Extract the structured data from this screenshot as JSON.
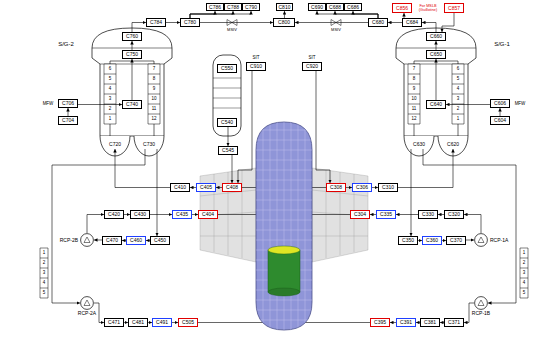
{
  "diagram": {
    "nodes": [
      {
        "text": [
          "C786"
        ]
      },
      {
        "text": [
          "C788"
        ]
      },
      {
        "text": [
          "C790"
        ]
      },
      {
        "text": [
          "C810"
        ]
      },
      {
        "text": [
          "C690"
        ]
      },
      {
        "text": [
          "C688"
        ]
      },
      {
        "text": [
          "C686"
        ]
      },
      {
        "text": [
          "C856"
        ]
      },
      {
        "text": [
          "C857"
        ]
      },
      {
        "text": [
          "C784"
        ]
      },
      {
        "text": [
          "C780"
        ]
      },
      {
        "text": [
          "C800"
        ]
      },
      {
        "text": [
          "C680"
        ]
      },
      {
        "text": [
          "C684"
        ]
      },
      {
        "text": [
          "C760"
        ]
      },
      {
        "text": [
          "C750"
        ]
      },
      {
        "text": [
          "C740"
        ]
      },
      {
        "text": [
          "C706"
        ]
      },
      {
        "text": [
          "C704"
        ]
      },
      {
        "text": [
          "C720"
        ]
      },
      {
        "text": [
          "C730"
        ]
      },
      {
        "text": [
          "C660"
        ]
      },
      {
        "text": [
          "C650"
        ]
      },
      {
        "text": [
          "C640"
        ]
      },
      {
        "text": [
          "C606"
        ]
      },
      {
        "text": [
          "C604"
        ]
      },
      {
        "text": [
          "C620"
        ]
      },
      {
        "text": [
          "C630"
        ]
      },
      {
        "text": [
          "C550"
        ]
      },
      {
        "text": [
          "C540"
        ]
      },
      {
        "text": [
          "C545"
        ]
      },
      {
        "text": [
          "C910"
        ]
      },
      {
        "text": [
          "C920"
        ]
      },
      {
        "text": [
          "C410"
        ]
      },
      {
        "text": [
          "C405"
        ]
      },
      {
        "text": [
          "C408"
        ]
      },
      {
        "text": [
          "C308"
        ]
      },
      {
        "text": [
          "C306"
        ]
      },
      {
        "text": [
          "C310"
        ]
      },
      {
        "text": [
          "RCP-2B"
        ]
      },
      {
        "text": [
          "C420"
        ]
      },
      {
        "text": [
          "C430"
        ]
      },
      {
        "text": [
          "C435"
        ]
      },
      {
        "text": [
          "C404"
        ]
      },
      {
        "text": [
          "C304"
        ]
      },
      {
        "text": [
          "C335"
        ]
      },
      {
        "text": [
          "C330"
        ]
      },
      {
        "text": [
          "C320"
        ]
      },
      {
        "text": [
          "RCP-1A"
        ]
      },
      {
        "text": [
          "C470"
        ]
      },
      {
        "text": [
          "C460"
        ]
      },
      {
        "text": [
          "C450"
        ]
      },
      {
        "text": [
          "C350"
        ]
      },
      {
        "text": [
          "C360"
        ]
      },
      {
        "text": [
          "C370"
        ]
      },
      {
        "text": [
          "RCP-2A"
        ]
      },
      {
        "text": [
          "C471"
        ]
      },
      {
        "text": [
          "C481"
        ]
      },
      {
        "text": [
          "C491"
        ]
      },
      {
        "text": [
          "C505"
        ]
      },
      {
        "text": [
          "C395"
        ]
      },
      {
        "text": [
          "C391"
        ]
      },
      {
        "text": [
          "C381"
        ]
      },
      {
        "text": [
          "C371"
        ]
      },
      {
        "text": [
          "RCP-1B"
        ]
      }
    ],
    "edges": [
      {
        "from": 9,
        "to": 10,
        "arrow": "to"
      },
      {
        "from": 10,
        "to": 11,
        "arrow": "to"
      },
      {
        "from": 13,
        "to": 12,
        "arrow": "to"
      },
      {
        "from": 12,
        "to": 11,
        "arrow": "to"
      },
      {
        "from": 11,
        "to": 3,
        "arrow": "to"
      },
      {
        "from": 10,
        "to": 0,
        "arrow": "to"
      },
      {
        "from": 10,
        "to": 1,
        "arrow": "to"
      },
      {
        "from": 10,
        "to": 2,
        "arrow": "to"
      },
      {
        "from": 12,
        "to": 4,
        "arrow": "to"
      },
      {
        "from": 12,
        "to": 5,
        "arrow": "to"
      },
      {
        "from": 12,
        "to": 6,
        "arrow": "to"
      },
      {
        "from": 13,
        "to": 7,
        "arrow": "to"
      },
      {
        "from": 8,
        "to": 21,
        "arrow": "to"
      },
      {
        "from": 14,
        "to": 9,
        "arrow": "to"
      },
      {
        "from": 21,
        "to": 13,
        "arrow": "to"
      },
      {
        "from": 15,
        "to": 14,
        "arrow": "to"
      },
      {
        "from": 16,
        "to": 15,
        "arrow": "to"
      },
      {
        "from": 17,
        "to": 16,
        "arrow": "to"
      },
      {
        "from": 18,
        "to": 17,
        "arrow": "to"
      },
      {
        "from": 22,
        "to": 21,
        "arrow": "to"
      },
      {
        "from": 23,
        "to": 22,
        "arrow": "to"
      },
      {
        "from": 24,
        "to": 23,
        "arrow": "to"
      },
      {
        "from": 25,
        "to": 24,
        "arrow": "to"
      },
      {
        "from": 29,
        "to": 30,
        "arrow": "to"
      },
      {
        "from": 30,
        "to": 35,
        "arrow": "to"
      },
      {
        "from": 31,
        "to": 35,
        "arrow": "to"
      },
      {
        "from": 32,
        "to": 36,
        "arrow": "to"
      },
      {
        "from": 35,
        "to": 34,
        "arrow": "to"
      },
      {
        "from": 34,
        "to": 33,
        "arrow": "to"
      },
      {
        "from": 33,
        "to": 19,
        "arrow": "to"
      },
      {
        "from": 36,
        "to": 37,
        "arrow": "to"
      },
      {
        "from": 37,
        "to": 38,
        "arrow": "to"
      },
      {
        "from": 38,
        "to": 26,
        "arrow": "to"
      },
      {
        "from": 20,
        "to": 51,
        "arrow": "to"
      },
      {
        "from": 51,
        "to": 50,
        "arrow": "to"
      },
      {
        "from": 50,
        "to": 49,
        "arrow": "to"
      },
      {
        "from": 49,
        "to": 39,
        "arrow": "to"
      },
      {
        "from": 39,
        "to": 40,
        "arrow": "to"
      },
      {
        "from": 40,
        "to": 41,
        "arrow": "to"
      },
      {
        "from": 41,
        "to": 42,
        "arrow": "to"
      },
      {
        "from": 42,
        "to": 43,
        "arrow": "to"
      },
      {
        "from": 27,
        "to": 52,
        "arrow": "to"
      },
      {
        "from": 52,
        "to": 53,
        "arrow": "to"
      },
      {
        "from": 53,
        "to": 54,
        "arrow": "to"
      },
      {
        "from": 54,
        "to": 48,
        "arrow": "to"
      },
      {
        "from": 48,
        "to": 47,
        "arrow": "to"
      },
      {
        "from": 47,
        "to": 46,
        "arrow": "to"
      },
      {
        "from": 46,
        "to": 45,
        "arrow": "to"
      },
      {
        "from": 45,
        "to": 44,
        "arrow": "to"
      },
      {
        "from": 20,
        "to": 55,
        "arrow": "to"
      },
      {
        "from": 55,
        "to": 56,
        "arrow": "to"
      },
      {
        "from": 56,
        "to": 57,
        "arrow": "to"
      },
      {
        "from": 57,
        "to": 58,
        "arrow": "to"
      },
      {
        "from": 58,
        "to": 59,
        "arrow": "to"
      },
      {
        "from": 27,
        "to": 64,
        "arrow": "to"
      },
      {
        "from": 64,
        "to": 63,
        "arrow": "to"
      },
      {
        "from": 63,
        "to": 62,
        "arrow": "to"
      },
      {
        "from": 62,
        "to": 61,
        "arrow": "to"
      },
      {
        "from": 61,
        "to": 60,
        "arrow": "to"
      }
    ],
    "labels": [
      "S/G-2",
      "S/G-1",
      "For MSLB (Guillotine)",
      "MSIV",
      "MSIV",
      "MFW",
      "MFW",
      "SIT",
      "SIT",
      "1",
      "2",
      "3",
      "4",
      "5",
      "6",
      "7",
      "8",
      "9",
      "10",
      "11",
      "12",
      "1",
      "2",
      "3",
      "4",
      "5",
      "6",
      "7",
      "8",
      "9",
      "10",
      "11",
      "12",
      "1",
      "2",
      "3",
      "4",
      "5",
      "1",
      "2",
      "3",
      "4",
      "5"
    ]
  }
}
